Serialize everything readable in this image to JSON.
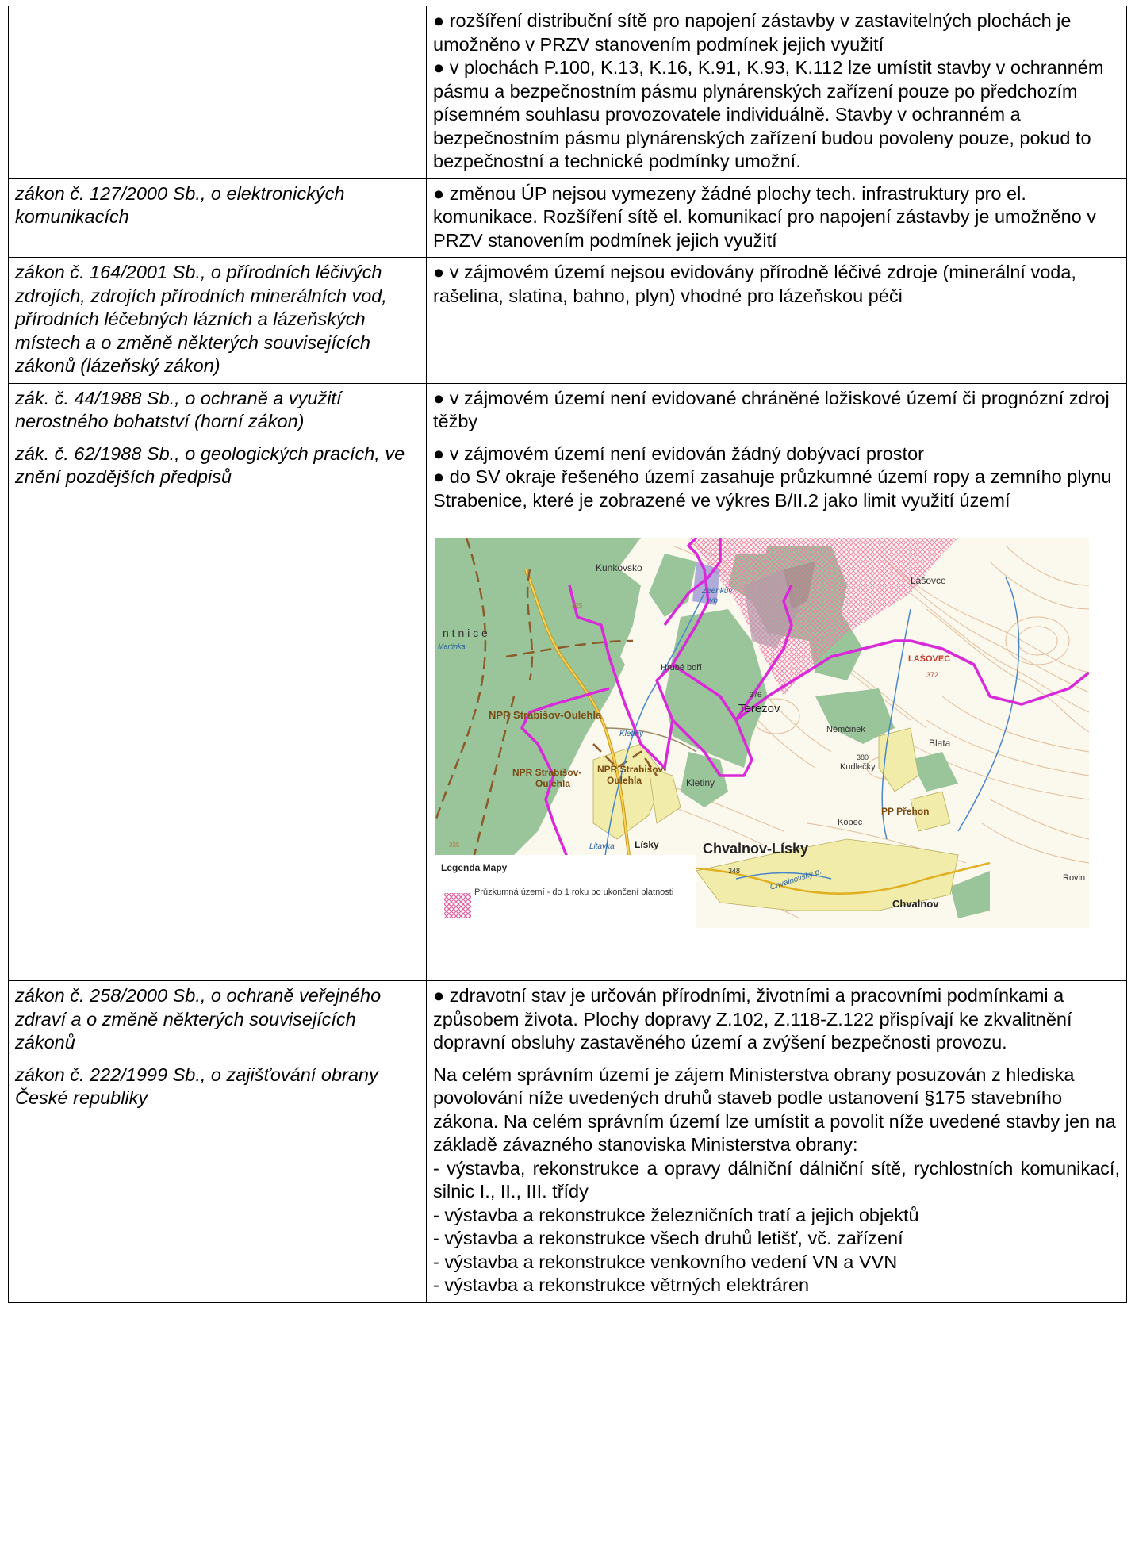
{
  "rows": [
    {
      "law": "",
      "text": [
        "● rozšíření distribuční sítě pro napojení zástavby v zastavitelných plochách je umožněno v PRZV stanovením podmínek jejich využití",
        "● v plochách P.100, K.13, K.16, K.91, K.93, K.112 lze umístit stavby v ochranném pásmu a bezpečnostním pásmu plynárenských zařízení pouze po předchozím písemném souhlasu provozovatele individuálně. Stavby v ochranném a bezpečnostním pásmu plynárenských zařízení budou povoleny pouze, pokud to bezpečnostní a technické podmínky umožní."
      ]
    },
    {
      "law": "zákon č. 127/2000 Sb., o elektronických komunikacích",
      "text": [
        "● změnou ÚP nejsou vymezeny žádné plochy tech. infrastruktury pro el. komunikace. Rozšíření sítě el. komunikací pro napojení zástavby je umožněno v PRZV stanovením podmínek jejich využití"
      ]
    },
    {
      "law": "zákon č. 164/2001 Sb., o přírodních léčivých zdrojích, zdrojích přírodních minerálních vod, přírodních léčebných lázních a lázeňských místech a o změně některých souvisejících zákonů (lázeňský zákon)",
      "text": [
        "● v zájmovém území nejsou evidovány přírodně léčivé zdroje (minerální voda, rašelina, slatina, bahno, plyn) vhodné pro lázeňskou péči"
      ]
    },
    {
      "law": "zák. č. 44/1988 Sb., o ochraně a využití nerostného bohatství (horní zákon)",
      "text": [
        "● v zájmovém území není evidované chráněné ložiskové území či prognózní zdroj těžby"
      ]
    },
    {
      "law": "zák. č. 62/1988 Sb., o geologických pracích, ve znění pozdějších předpisů",
      "text": [
        "● v zájmovém území není evidován žádný dobývací prostor",
        "● do SV okraje řešeného území zasahuje průzkumné území ropy a zemního plynu Strabenice, které je zobrazené ve výkres B/II.2 jako limit využití území"
      ]
    },
    {
      "law": "zákon č. 258/2000 Sb., o ochraně veřejného zdraví a o změně některých souvisejících zákonů",
      "text": [
        "● zdravotní stav je určován přírodními, životními a pracovními podmínkami a způsobem života. Plochy dopravy Z.102, Z.118-Z.122 přispívají ke zkvalitnění dopravní obsluhy zastavěného území a zvýšení bezpečnosti provozu."
      ]
    },
    {
      "law": "zákon č. 222/1999 Sb., o zajišťování obrany České republiky",
      "text": [
        "Na celém správním území je zájem Ministerstva obrany posuzován z hlediska povolování níže uvedených druhů staveb podle ustanovení §175 stavebního zákona. Na celém správním území lze umístit a povolit níže uvedené stavby jen na základě závazného stanoviska Ministerstva obrany:",
        "- výstavba, rekonstrukce a opravy dálniční dálniční sítě, rychlostních komunikací, silnic I., II., III. třídy",
        "- výstavba a rekonstrukce železničních tratí a jejich objektů",
        "- výstavba a  rekonstrukce všech druhů letišť, vč. zařízení",
        "- výstavba a rekonstrukce venkovního vedení VN a VVN",
        "- výstavba a rekonstrukce větrných elektráren"
      ]
    }
  ],
  "map": {
    "legend_title": "Legenda Mapy",
    "legend_item": "Průzkumná území - do 1 roku po ukončení platnosti",
    "labels": {
      "kunkovsko": "Kunkovsko",
      "zeenkuv": "Zeenkův",
      "ryb": "ryb",
      "lasovce": "Lašovce",
      "ntnice": "n t n i c e",
      "martinka": "Martinka",
      "lasovec": "LAŠOVEC",
      "lasovec_alt": "372",
      "hrube_bori": "Hrubé boří",
      "terezov_alt": "376",
      "terezov": "Terezov",
      "npr1": "NPR Strabišov-Oulehla",
      "nemcinek": "Němčinek",
      "blata": "Blata",
      "kletiny_small": "Kletiny",
      "kudlecky_alt": "380",
      "kudlecky": "Kudlečky",
      "npr2a": "NPR Strabišov-",
      "npr2b": "Oulehla",
      "npr3a": "NPR Strabišov-",
      "npr3b": "Oulehla",
      "kletiny": "Kletiny",
      "pp_prehon": "PP Přehon",
      "kopec": "Kopec",
      "litavka": "Litavka",
      "lisky": "Lísky",
      "chvalnov_lisky": "Chvalnov-Lísky",
      "alt348": "348",
      "chvalnovsky": "Chvalnovský p.",
      "rovin": "Rovin",
      "chvalnov": "Chvalnov",
      "elev325": "325",
      "elev335": "335"
    }
  },
  "colors": {
    "forest": "#9ac49a",
    "terrain": "#fbf8ee",
    "boundary": "#d92ad9",
    "exploration_hatch": "#f07aa8",
    "contour": "#d9a77a",
    "village": "#f1ecaa",
    "road": "#e0b020"
  }
}
